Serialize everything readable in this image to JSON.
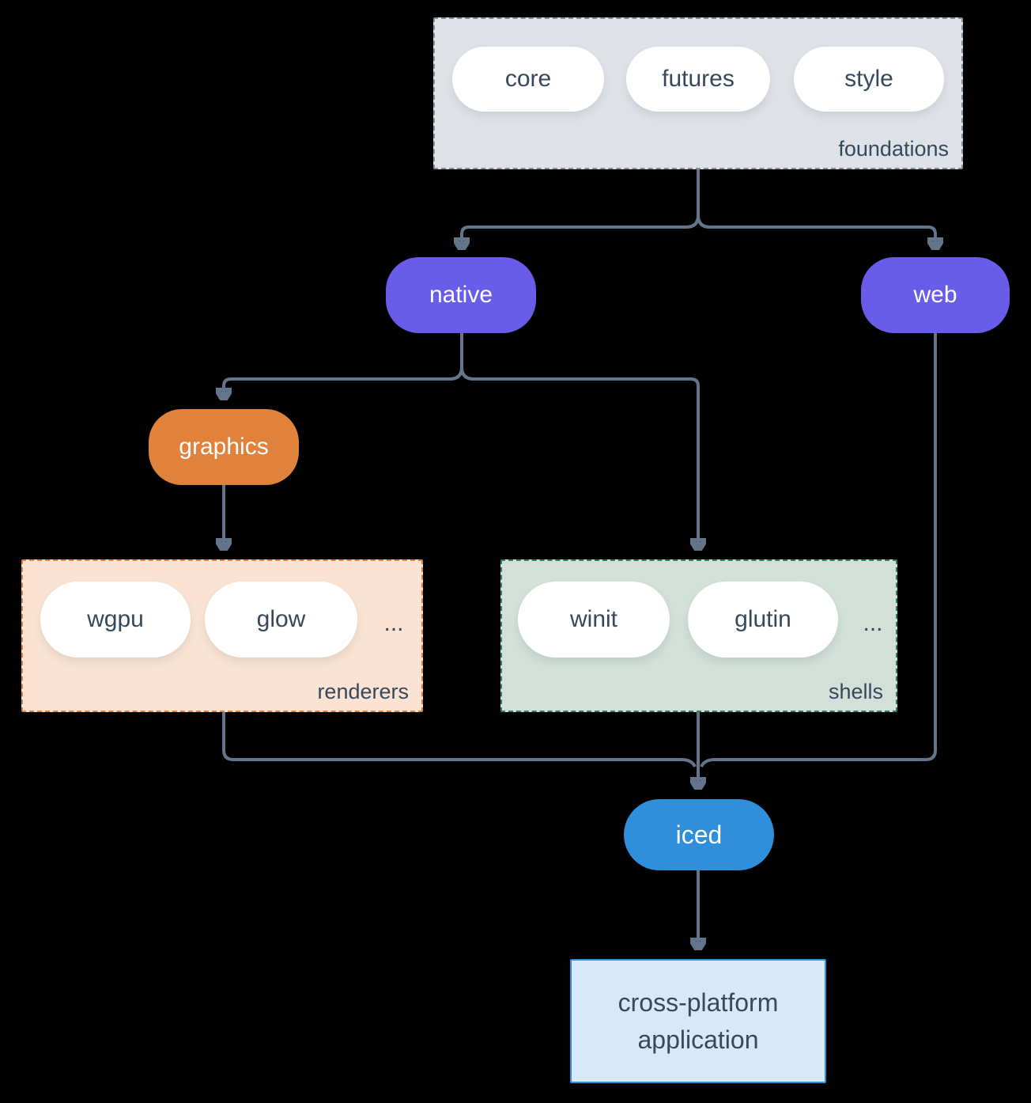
{
  "diagram": {
    "foundations": {
      "label": "foundations",
      "items": [
        "core",
        "futures",
        "style"
      ]
    },
    "native": {
      "label": "native"
    },
    "web": {
      "label": "web"
    },
    "graphics": {
      "label": "graphics"
    },
    "renderers": {
      "label": "renderers",
      "items": [
        "wgpu",
        "glow"
      ],
      "more": "..."
    },
    "shells": {
      "label": "shells",
      "items": [
        "winit",
        "glutin"
      ],
      "more": "..."
    },
    "iced": {
      "label": "iced"
    },
    "application": {
      "line1": "cross-platform",
      "line2": "application"
    }
  },
  "colors": {
    "background": "#000000",
    "connector": "#64748b",
    "text_dark": "#36485c",
    "purple_pill": "#695ce8",
    "orange_pill": "#e0813c",
    "blue_pill": "#2f8fdb",
    "foundations_fill": "#dee2e6",
    "foundations_border": "#7e8fa0",
    "renderers_fill": "#fae3d2",
    "renderers_border": "#e0813c",
    "shells_fill": "#d2e0d8",
    "shells_border": "#2e7d6c",
    "application_fill": "#d7e8f8",
    "application_border": "#2e8fdb",
    "pill_white": "#ffffff"
  }
}
